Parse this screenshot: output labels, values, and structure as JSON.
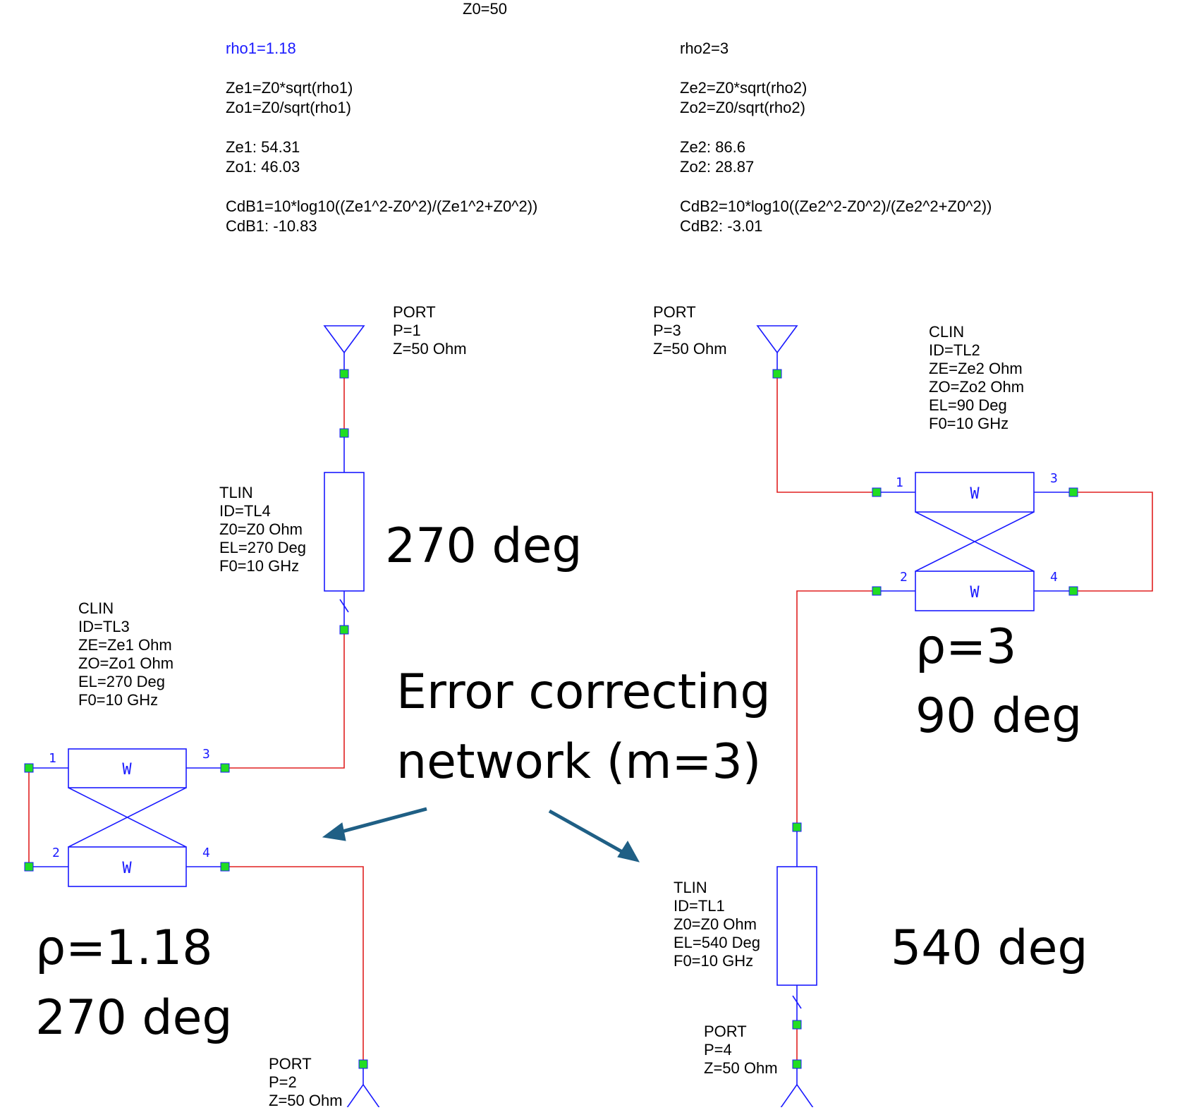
{
  "equations": {
    "z0": "Z0=50",
    "rho1": "rho1=1.18",
    "ze1_def": "Ze1=Z0*sqrt(rho1)",
    "zo1_def": "Zo1=Z0/sqrt(rho1)",
    "ze1_val": "Ze1: 54.31",
    "zo1_val": "Zo1: 46.03",
    "cdb1_def": "CdB1=10*log10((Ze1^2-Z0^2)/(Ze1^2+Z0^2))",
    "cdb1_val": "CdB1: -10.83",
    "rho2": "rho2=3",
    "ze2_def": "Ze2=Z0*sqrt(rho2)",
    "zo2_def": "Zo2=Z0/sqrt(rho2)",
    "ze2_val": "Ze2: 86.6",
    "zo2_val": "Zo2: 28.87",
    "cdb2_def": "CdB2=10*log10((Ze2^2-Z0^2)/(Ze2^2+Z0^2))",
    "cdb2_val": "CdB2: -3.01"
  },
  "ports": {
    "p1": [
      "PORT",
      "P=1",
      "Z=50 Ohm"
    ],
    "p2": [
      "PORT",
      "P=2",
      "Z=50 Ohm"
    ],
    "p3": [
      "PORT",
      "P=3",
      "Z=50 Ohm"
    ],
    "p4": [
      "PORT",
      "P=4",
      "Z=50 Ohm"
    ]
  },
  "components": {
    "tl4": [
      "TLIN",
      "ID=TL4",
      "Z0=Z0 Ohm",
      "EL=270 Deg",
      "F0=10 GHz"
    ],
    "tl3": [
      "CLIN",
      "ID=TL3",
      "ZE=Ze1 Ohm",
      "ZO=Zo1 Ohm",
      "EL=270 Deg",
      "F0=10 GHz"
    ],
    "tl2": [
      "CLIN",
      "ID=TL2",
      "ZE=Ze2 Ohm",
      "ZO=Zo2 Ohm",
      "EL=90 Deg",
      "F0=10 GHz"
    ],
    "tl1": [
      "TLIN",
      "ID=TL1",
      "Z0=Z0 Ohm",
      "EL=540 Deg",
      "F0=10 GHz"
    ]
  },
  "pins": {
    "tl3": [
      "1",
      "3",
      "2",
      "4"
    ],
    "tl2": [
      "1",
      "3",
      "2",
      "4"
    ],
    "w": "W"
  },
  "annotations": {
    "tl4_deg": "270 deg",
    "error_line1": "Error correcting",
    "error_line2": "network (m=3)",
    "tl2_rho": "ρ=3",
    "tl2_deg": "90 deg",
    "tl3_rho": "ρ=1.18",
    "tl3_deg": "270 deg",
    "tl1_deg": "540 deg"
  },
  "colors": {
    "component": "#1a1aff",
    "wire": "#e02020",
    "node": "#22dd22",
    "arrow": "#1f5f85"
  }
}
